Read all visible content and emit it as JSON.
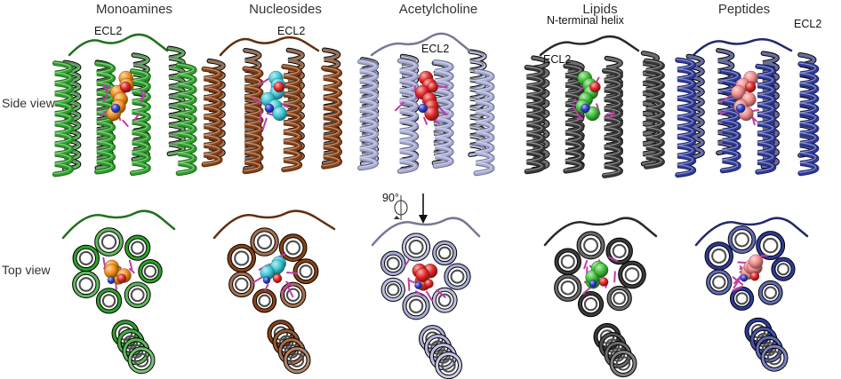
{
  "columns": [
    {
      "title": "Monoamines",
      "ribbon": "#2ea12a",
      "ligand": "#f28c14"
    },
    {
      "title": "Nucleosides",
      "ribbon": "#8a4216",
      "ligand": "#3cc9d8"
    },
    {
      "title": "Acetylcholine",
      "ribbon": "#a8acd6",
      "ligand": "#e02626"
    },
    {
      "title": "Lipids",
      "ribbon": "#3a3a3a",
      "ligand": "#3fbf38"
    },
    {
      "title": "Peptides",
      "ribbon": "#2f3a9a",
      "ligand": "#f08a8a"
    }
  ],
  "rows": {
    "side": "Side view",
    "top": "Top view"
  },
  "labels": {
    "ecl2": "ECL2",
    "n_terminal_helix": "N-terminal helix",
    "rotation": "90°"
  },
  "colors": {
    "side_chains": "#c03ca8",
    "oxygen": "#e02626",
    "nitrogen": "#2a3fd0"
  }
}
